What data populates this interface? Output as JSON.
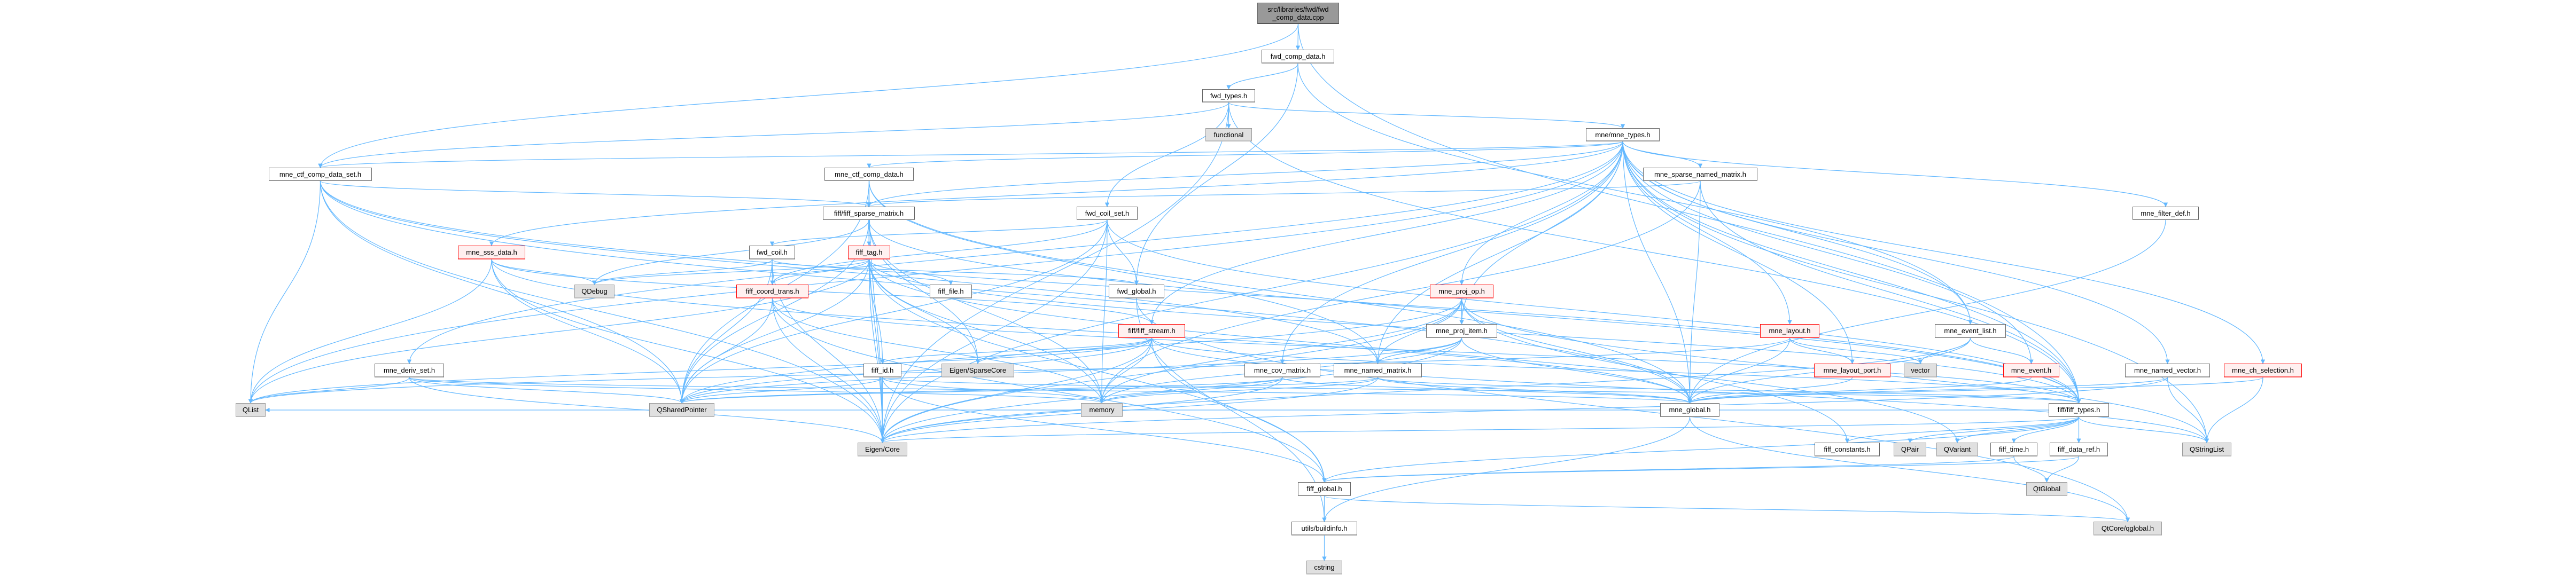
{
  "colors": {
    "edge": "#63b8ff",
    "root_fill": "#999999",
    "ext_fill": "#e0e0e0",
    "red_fill": "#fff0f0",
    "red_border": "#ff0000"
  },
  "nodes": {
    "cpp": {
      "label": "src/libraries/fwd/fwd",
      "label2": "_comp_data.cpp",
      "kind": "root"
    },
    "fcdh": {
      "label": "fwd_comp_data.h",
      "kind": "normal"
    },
    "fwdtypes": {
      "label": "fwd_types.h",
      "kind": "normal"
    },
    "functional": {
      "label": "functional",
      "kind": "ext"
    },
    "mnetypes": {
      "label": "mne/mne_types.h",
      "kind": "normal"
    },
    "ctfset": {
      "label": "mne_ctf_comp_data_set.h",
      "kind": "normal"
    },
    "ctfdata": {
      "label": "mne_ctf_comp_data.h",
      "kind": "normal"
    },
    "sparsenamed": {
      "label": "mne_sparse_named_matrix.h",
      "kind": "normal"
    },
    "fiffsparse": {
      "label": "fiff/fiff_sparse_matrix.h",
      "kind": "normal"
    },
    "coilset": {
      "label": "fwd_coil_set.h",
      "kind": "normal"
    },
    "filterdef": {
      "label": "mne_filter_def.h",
      "kind": "normal"
    },
    "sss": {
      "label": "mne_sss_data.h",
      "kind": "red"
    },
    "coil": {
      "label": "fwd_coil.h",
      "kind": "normal"
    },
    "tag": {
      "label": "fiff_tag.h",
      "kind": "red"
    },
    "qdebug": {
      "label": "QDebug",
      "kind": "ext"
    },
    "coordtrans": {
      "label": "fiff_coord_trans.h",
      "kind": "red"
    },
    "fifffile": {
      "label": "fiff_file.h",
      "kind": "normal"
    },
    "fwdglobal": {
      "label": "fwd_global.h",
      "kind": "normal"
    },
    "projop": {
      "label": "mne_proj_op.h",
      "kind": "red"
    },
    "stream": {
      "label": "fiff/fiff_stream.h",
      "kind": "red"
    },
    "projitem": {
      "label": "mne_proj_item.h",
      "kind": "normal"
    },
    "layout": {
      "label": "mne_layout.h",
      "kind": "red"
    },
    "eventlist": {
      "label": "mne_event_list.h",
      "kind": "normal"
    },
    "deriv": {
      "label": "mne_deriv_set.h",
      "kind": "normal"
    },
    "fiffid": {
      "label": "fiff_id.h",
      "kind": "normal"
    },
    "sparsecore": {
      "label": "Eigen/SparseCore",
      "kind": "ext"
    },
    "cov": {
      "label": "mne_cov_matrix.h",
      "kind": "normal"
    },
    "namedmat": {
      "label": "mne_named_matrix.h",
      "kind": "normal"
    },
    "layoutport": {
      "label": "mne_layout_port.h",
      "kind": "red"
    },
    "vector": {
      "label": "vector",
      "kind": "ext"
    },
    "event": {
      "label": "mne_event.h",
      "kind": "red"
    },
    "namedvec": {
      "label": "mne_named_vector.h",
      "kind": "normal"
    },
    "chsel": {
      "label": "mne_ch_selection.h",
      "kind": "red"
    },
    "qlist": {
      "label": "QList",
      "kind": "ext"
    },
    "qshared": {
      "label": "QSharedPointer",
      "kind": "ext"
    },
    "memory": {
      "label": "memory",
      "kind": "ext"
    },
    "mneglobal": {
      "label": "mne_global.h",
      "kind": "normal"
    },
    "fifftypes": {
      "label": "fiff/fiff_types.h",
      "kind": "normal"
    },
    "eigencore": {
      "label": "Eigen/Core",
      "kind": "ext"
    },
    "constants": {
      "label": "fiff_constants.h",
      "kind": "normal"
    },
    "qpair": {
      "label": "QPair",
      "kind": "ext"
    },
    "qvariant": {
      "label": "QVariant",
      "kind": "ext"
    },
    "time": {
      "label": "fiff_time.h",
      "kind": "normal"
    },
    "dataref": {
      "label": "fiff_data_ref.h",
      "kind": "normal"
    },
    "qstringlist": {
      "label": "QStringList",
      "kind": "ext"
    },
    "fiffglobal": {
      "label": "fiff_global.h",
      "kind": "normal"
    },
    "qtglobal": {
      "label": "QtGlobal",
      "kind": "ext"
    },
    "buildinfo": {
      "label": "utils/buildinfo.h",
      "kind": "normal"
    },
    "qglobal": {
      "label": "QtCore/qglobal.h",
      "kind": "ext"
    },
    "cstring": {
      "label": "cstring",
      "kind": "ext"
    }
  },
  "edges": [
    [
      "cpp",
      "fcdh"
    ],
    [
      "cpp",
      "ctfset"
    ],
    [
      "cpp",
      "fifftypes"
    ],
    [
      "fcdh",
      "fwdtypes"
    ],
    [
      "fcdh",
      "fwdglobal"
    ],
    [
      "fcdh",
      "eventlist"
    ],
    [
      "fwdtypes",
      "functional"
    ],
    [
      "fwdtypes",
      "mnetypes"
    ],
    [
      "fwdtypes",
      "coilset"
    ],
    [
      "fwdtypes",
      "ctfset"
    ],
    [
      "fwdtypes",
      "eigencore"
    ],
    [
      "fwdtypes",
      "fifftypes"
    ],
    [
      "mnetypes",
      "sparsenamed"
    ],
    [
      "mnetypes",
      "ctfdata"
    ],
    [
      "mnetypes",
      "ctfset"
    ],
    [
      "mnetypes",
      "fiffsparse"
    ],
    [
      "mnetypes",
      "sss"
    ],
    [
      "mnetypes",
      "deriv"
    ],
    [
      "mnetypes",
      "projop"
    ],
    [
      "mnetypes",
      "projitem"
    ],
    [
      "mnetypes",
      "cov"
    ],
    [
      "mnetypes",
      "namedmat"
    ],
    [
      "mnetypes",
      "layout"
    ],
    [
      "mnetypes",
      "layoutport"
    ],
    [
      "mnetypes",
      "eventlist"
    ],
    [
      "mnetypes",
      "event"
    ],
    [
      "mnetypes",
      "namedvec"
    ],
    [
      "mnetypes",
      "chsel"
    ],
    [
      "mnetypes",
      "filterdef"
    ],
    [
      "mnetypes",
      "fifftypes"
    ],
    [
      "mnetypes",
      "stream"
    ],
    [
      "mnetypes",
      "mneglobal"
    ],
    [
      "mnetypes",
      "eigencore"
    ],
    [
      "mnetypes",
      "qlist"
    ],
    [
      "mnetypes",
      "qstringlist"
    ],
    [
      "sparsenamed",
      "fiffsparse"
    ],
    [
      "sparsenamed",
      "mneglobal"
    ],
    [
      "sparsenamed",
      "fifftypes"
    ],
    [
      "sparsenamed",
      "memory"
    ],
    [
      "ctfset",
      "fiffsparse"
    ],
    [
      "ctfset",
      "namedmat"
    ],
    [
      "ctfset",
      "mneglobal"
    ],
    [
      "ctfset",
      "qlist"
    ],
    [
      "ctfset",
      "qshared"
    ],
    [
      "ctfset",
      "eigencore"
    ],
    [
      "ctfset",
      "fifftypes"
    ],
    [
      "ctfdata",
      "fiffsparse"
    ],
    [
      "ctfdata",
      "namedmat"
    ],
    [
      "ctfdata",
      "mneglobal"
    ],
    [
      "ctfdata",
      "eigencore"
    ],
    [
      "ctfdata",
      "qshared"
    ],
    [
      "fiffsparse",
      "tag"
    ],
    [
      "fiffsparse",
      "fifftypes"
    ],
    [
      "fiffsparse",
      "eigencore"
    ],
    [
      "fiffsparse",
      "sparsecore"
    ],
    [
      "fiffsparse",
      "qshared"
    ],
    [
      "fiffsparse",
      "memory"
    ],
    [
      "fiffsparse",
      "qdebug"
    ],
    [
      "coilset",
      "coil"
    ],
    [
      "coilset",
      "fwdglobal"
    ],
    [
      "coilset",
      "coordtrans"
    ],
    [
      "coilset",
      "fifftypes"
    ],
    [
      "coilset",
      "eigencore"
    ],
    [
      "coilset",
      "qshared"
    ],
    [
      "coilset",
      "memory"
    ],
    [
      "coil",
      "coordtrans"
    ],
    [
      "coil",
      "fwdglobal"
    ],
    [
      "coil",
      "qshared"
    ],
    [
      "coil",
      "eigencore"
    ],
    [
      "coil",
      "qdebug"
    ],
    [
      "tag",
      "coordtrans"
    ],
    [
      "tag",
      "fifffile"
    ],
    [
      "tag",
      "fiffid"
    ],
    [
      "tag",
      "fifftypes"
    ],
    [
      "tag",
      "fiffglobal"
    ],
    [
      "tag",
      "eigencore"
    ],
    [
      "tag",
      "sparsecore"
    ],
    [
      "tag",
      "qshared"
    ],
    [
      "tag",
      "memory"
    ],
    [
      "tag",
      "qlist"
    ],
    [
      "tag",
      "qdebug"
    ],
    [
      "tag",
      "qvariant"
    ],
    [
      "sss",
      "mneglobal"
    ],
    [
      "sss",
      "stream"
    ],
    [
      "sss",
      "qdebug"
    ],
    [
      "sss",
      "qshared"
    ],
    [
      "sss",
      "eigencore"
    ],
    [
      "sss",
      "qlist"
    ],
    [
      "coordtrans",
      "fiffglobal"
    ],
    [
      "coordtrans",
      "fifftypes"
    ],
    [
      "coordtrans",
      "eigencore"
    ],
    [
      "coordtrans",
      "qshared"
    ],
    [
      "coordtrans",
      "memory"
    ],
    [
      "fwdglobal",
      "buildinfo"
    ],
    [
      "fwdglobal",
      "qglobal"
    ],
    [
      "projop",
      "projitem"
    ],
    [
      "projop",
      "namedmat"
    ],
    [
      "projop",
      "mneglobal"
    ],
    [
      "projop",
      "eigencore"
    ],
    [
      "projop",
      "memory"
    ],
    [
      "projop",
      "qshared"
    ],
    [
      "projop",
      "qstringlist"
    ],
    [
      "projop",
      "constants"
    ],
    [
      "stream",
      "fiffid"
    ],
    [
      "stream",
      "fifftypes"
    ],
    [
      "stream",
      "fiffglobal"
    ],
    [
      "stream",
      "sparsecore"
    ],
    [
      "stream",
      "qshared"
    ],
    [
      "stream",
      "memory"
    ],
    [
      "stream",
      "qlist"
    ],
    [
      "stream",
      "qstringlist"
    ],
    [
      "stream",
      "eigencore"
    ],
    [
      "projitem",
      "namedmat"
    ],
    [
      "projitem",
      "mneglobal"
    ],
    [
      "projitem",
      "eigencore"
    ],
    [
      "projitem",
      "qshared"
    ],
    [
      "projitem",
      "memory"
    ],
    [
      "layout",
      "layoutport"
    ],
    [
      "layout",
      "vector"
    ],
    [
      "layout",
      "mneglobal"
    ],
    [
      "layout",
      "qlist"
    ],
    [
      "layoutport",
      "mneglobal"
    ],
    [
      "eventlist",
      "event"
    ],
    [
      "eventlist",
      "vector"
    ],
    [
      "eventlist",
      "mneglobal"
    ],
    [
      "eventlist",
      "eigencore"
    ],
    [
      "event",
      "mneglobal"
    ],
    [
      "namedvec",
      "mneglobal"
    ],
    [
      "namedvec",
      "qstringlist"
    ],
    [
      "namedvec",
      "eigencore"
    ],
    [
      "chsel",
      "qstringlist"
    ],
    [
      "chsel",
      "mneglobal"
    ],
    [
      "filterdef",
      "mneglobal"
    ],
    [
      "deriv",
      "qlist"
    ],
    [
      "deriv",
      "qshared"
    ],
    [
      "deriv",
      "eigencore"
    ],
    [
      "deriv",
      "mneglobal"
    ],
    [
      "deriv",
      "memory"
    ],
    [
      "fiffid",
      "fifftypes"
    ],
    [
      "fiffid",
      "fiffglobal"
    ],
    [
      "fiffid",
      "memory"
    ],
    [
      "fiffid",
      "qshared"
    ],
    [
      "fiffid",
      "eigencore"
    ],
    [
      "cov",
      "mneglobal"
    ],
    [
      "cov",
      "eigencore"
    ],
    [
      "cov",
      "memory"
    ],
    [
      "cov",
      "qshared"
    ],
    [
      "namedmat",
      "mneglobal"
    ],
    [
      "namedmat",
      "fifftypes"
    ],
    [
      "namedmat",
      "eigencore"
    ],
    [
      "namedmat",
      "qshared"
    ],
    [
      "namedmat",
      "memory"
    ],
    [
      "mneglobal",
      "buildinfo"
    ],
    [
      "mneglobal",
      "qglobal"
    ],
    [
      "fifftypes",
      "constants"
    ],
    [
      "fifftypes",
      "qpair"
    ],
    [
      "fifftypes",
      "qvariant"
    ],
    [
      "fifftypes",
      "time"
    ],
    [
      "fifftypes",
      "dataref"
    ],
    [
      "fifftypes",
      "qstringlist"
    ],
    [
      "fifftypes",
      "eigencore"
    ],
    [
      "fifftypes",
      "qlist"
    ],
    [
      "fifftypes",
      "fiffglobal"
    ],
    [
      "time",
      "qtglobal"
    ],
    [
      "time",
      "fiffglobal"
    ],
    [
      "dataref",
      "qtglobal"
    ],
    [
      "dataref",
      "fiffglobal"
    ],
    [
      "fiffglobal",
      "buildinfo"
    ],
    [
      "fiffglobal",
      "qglobal"
    ],
    [
      "buildinfo",
      "cstring"
    ]
  ]
}
